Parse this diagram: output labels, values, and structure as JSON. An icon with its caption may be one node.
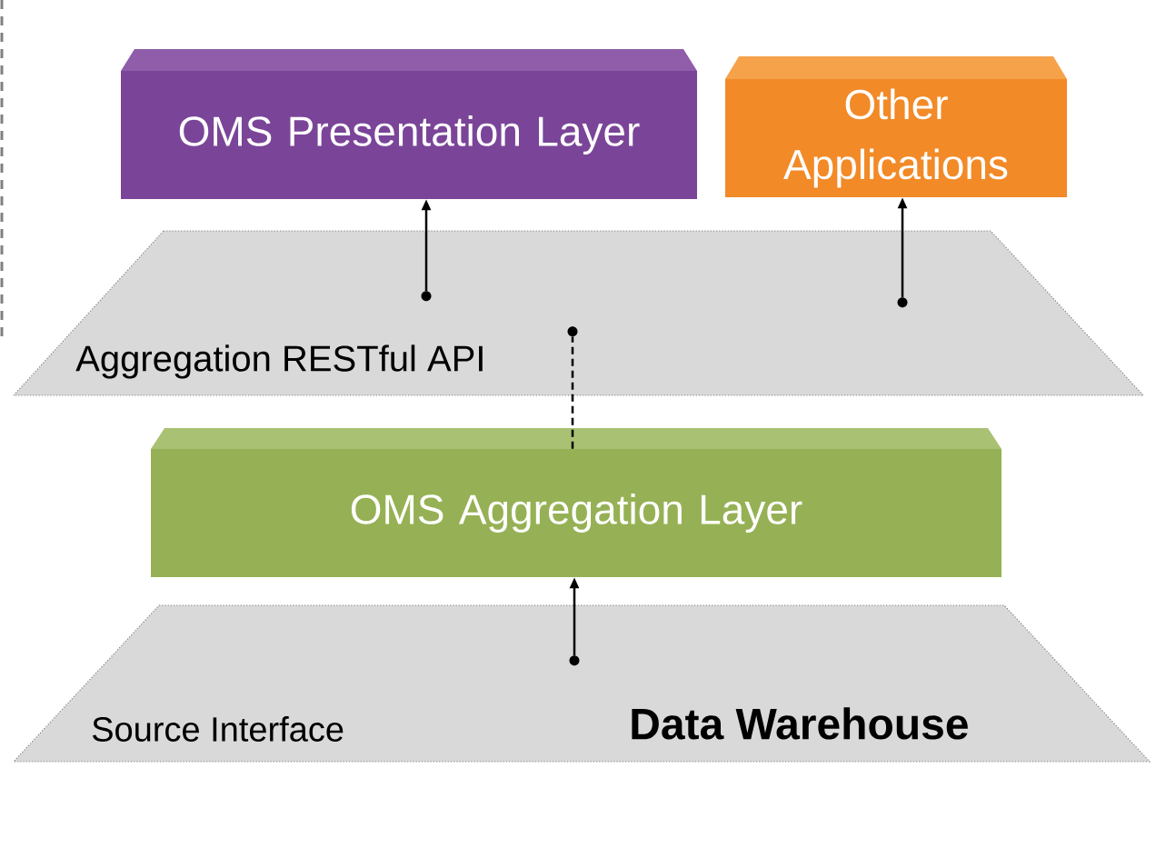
{
  "diagram": {
    "nodes": [
      {
        "text": [
          "OMS Presentation Layer"
        ]
      },
      {
        "text": [
          "Other Applications"
        ]
      },
      {
        "text": [
          "Aggregation RESTful API"
        ]
      },
      {
        "text": [
          "OMS Aggregation Layer"
        ]
      },
      {
        "text": [
          "Source Interface",
          "Data Warehouse"
        ]
      },
      {
        "text": [],
        "shape": "circle",
        "in": 2
      },
      {
        "text": [],
        "shape": "circle",
        "in": 2
      },
      {
        "text": [],
        "shape": "circle",
        "in": 2
      },
      {
        "text": [],
        "shape": "circle",
        "in": 4
      }
    ],
    "edges": [
      {
        "from": 5,
        "to": 0,
        "arrow": "to"
      },
      {
        "from": 6,
        "to": 1,
        "arrow": "to"
      },
      {
        "from": 3,
        "to": 7,
        "arrow": "none",
        "style": "dashed"
      },
      {
        "from": 8,
        "to": 3,
        "arrow": "to"
      }
    ]
  }
}
